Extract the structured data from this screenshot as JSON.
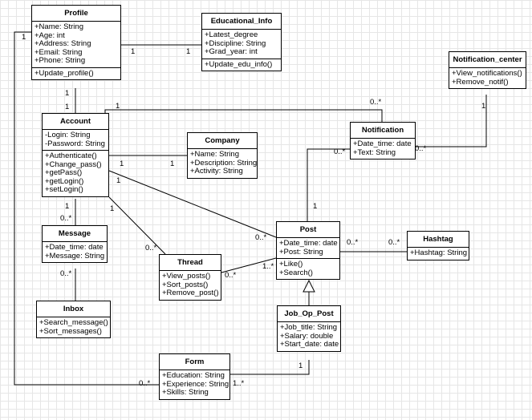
{
  "classes": [
    {
      "id": "profile",
      "name": "Profile",
      "attributes": [
        "+Name: String",
        "+Age: int",
        "+Address: String",
        "+Email: String",
        "+Phone: String"
      ],
      "operations": [
        "+Update_profile()"
      ]
    },
    {
      "id": "educational_info",
      "name": "Educational_Info",
      "attributes": [
        "+Latest_degree",
        "+Discipline: String",
        "+Grad_year: int"
      ],
      "operations": [
        "+Update_edu_info()"
      ]
    },
    {
      "id": "notification_center",
      "name": "Notification_center",
      "attributes": [],
      "operations": [
        "+View_notifications()",
        "+Remove_notif()"
      ]
    },
    {
      "id": "account",
      "name": "Account",
      "attributes": [
        "-Login: String",
        "-Password: String"
      ],
      "operations": [
        "+Authenticate()",
        "+Change_pass()",
        "+getPass()",
        "+getLogin()",
        "+setLogin()"
      ]
    },
    {
      "id": "notification",
      "name": "Notification",
      "attributes": [
        "+Date_time: date",
        "+Text: String"
      ],
      "operations": []
    },
    {
      "id": "company",
      "name": "Company",
      "attributes": [
        "+Name: String",
        "+Description: String",
        "+Activity: String"
      ],
      "operations": []
    },
    {
      "id": "message",
      "name": "Message",
      "attributes": [
        "+Date_time: date",
        "+Message: String"
      ],
      "operations": []
    },
    {
      "id": "thread",
      "name": "Thread",
      "attributes": [],
      "operations": [
        "+View_posts()",
        "+Sort_posts()",
        "+Remove_post()"
      ]
    },
    {
      "id": "post",
      "name": "Post",
      "attributes": [
        "+Date_time: date",
        "+Post: String"
      ],
      "operations": [
        "+Like()",
        "+Search()"
      ]
    },
    {
      "id": "hashtag",
      "name": "Hashtag",
      "attributes": [
        "+Hashtag: String"
      ],
      "operations": []
    },
    {
      "id": "inbox",
      "name": "Inbox",
      "attributes": [],
      "operations": [
        "+Search_message()",
        "+Sort_messages()"
      ]
    },
    {
      "id": "job_op_post",
      "name": "Job_Op_Post",
      "attributes": [
        "+Job_title: String",
        "+Salary: double",
        "+Start_date: date"
      ],
      "operations": []
    },
    {
      "id": "form",
      "name": "Form",
      "attributes": [
        "+Education: String",
        "+Experience: String",
        "+Skills: String"
      ],
      "operations": []
    }
  ],
  "relationships": [
    {
      "id": "profile-educational_info",
      "type": "association",
      "from": "profile",
      "to": "educational_info",
      "from_mult": "1",
      "to_mult": "1"
    },
    {
      "id": "profile-account",
      "type": "association",
      "from": "profile",
      "to": "account",
      "from_mult": "1",
      "to_mult": "1"
    },
    {
      "id": "profile-form",
      "type": "association",
      "from": "profile",
      "to": "form",
      "from_mult": "1",
      "to_mult": "0..*"
    },
    {
      "id": "account-notification",
      "type": "association",
      "from": "account",
      "to": "notification",
      "from_mult": "1",
      "to_mult": "0..*"
    },
    {
      "id": "account-company",
      "type": "association",
      "from": "account",
      "to": "company",
      "from_mult": "1",
      "to_mult": "1"
    },
    {
      "id": "account-post",
      "type": "association",
      "from": "account",
      "to": "post",
      "from_mult": "1",
      "to_mult": "0..*"
    },
    {
      "id": "account-thread",
      "type": "association",
      "from": "account",
      "to": "thread",
      "from_mult": "1",
      "to_mult": "0..*"
    },
    {
      "id": "account-message",
      "type": "association",
      "from": "account",
      "to": "message",
      "from_mult": "1",
      "to_mult": "0..*"
    },
    {
      "id": "notification_center-notification",
      "type": "association",
      "from": "notification_center",
      "to": "notification",
      "from_mult": "1",
      "to_mult": "0..*"
    },
    {
      "id": "post-notification",
      "type": "association",
      "from": "post",
      "to": "notification",
      "from_mult": "1",
      "to_mult": "0..*"
    },
    {
      "id": "post-hashtag",
      "type": "association",
      "from": "post",
      "to": "hashtag",
      "from_mult": "0..*",
      "to_mult": "0..*"
    },
    {
      "id": "thread-post",
      "type": "association",
      "from": "thread",
      "to": "post",
      "from_mult": "0..*",
      "to_mult": "1..*"
    },
    {
      "id": "message-inbox",
      "type": "association",
      "from": "message",
      "to": "inbox",
      "from_mult": "0..*",
      "to_mult": ""
    },
    {
      "id": "job_op_post-post",
      "type": "generalization",
      "from": "job_op_post",
      "to": "post"
    },
    {
      "id": "job_op_post-form",
      "type": "association",
      "from": "job_op_post",
      "to": "form",
      "from_mult": "1",
      "to_mult": "1..*"
    }
  ]
}
